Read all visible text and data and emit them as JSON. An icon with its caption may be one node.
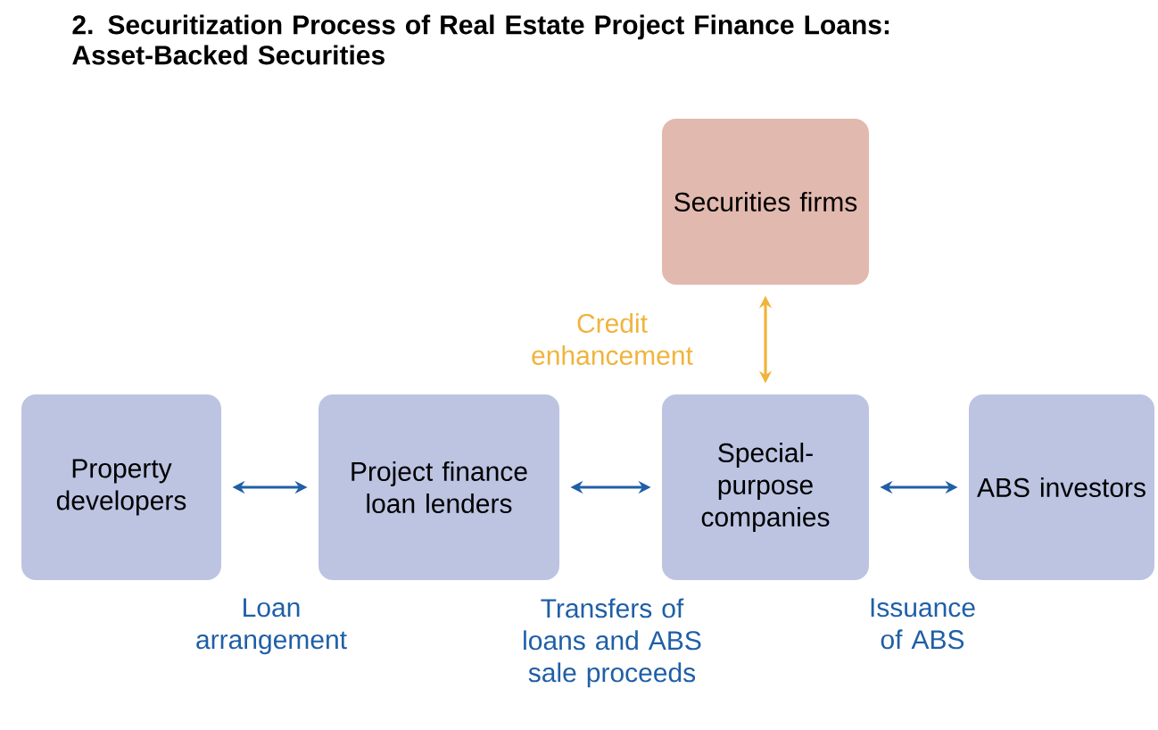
{
  "diagram": {
    "title": "2. Securitization Process of Real Estate Project Finance Loans: Asset-Backed Securities",
    "nodes": [
      {
        "text": [
          "Securities firms"
        ]
      },
      {
        "text": [
          "Property developers"
        ]
      },
      {
        "text": [
          "Project finance loan lenders"
        ]
      },
      {
        "text": [
          "Special-purpose companies"
        ]
      },
      {
        "text": [
          "ABS investors"
        ]
      }
    ],
    "edges": [
      {
        "from": 1,
        "to": 2,
        "arrow": "both",
        "label": "Loan arrangement"
      },
      {
        "from": 2,
        "to": 3,
        "arrow": "both",
        "label": "Transfers of loans and ABS sale proceeds"
      },
      {
        "from": 3,
        "to": 4,
        "arrow": "both",
        "label": "Issuance of ABS"
      },
      {
        "from": 0,
        "to": 3,
        "arrow": "both",
        "label": "Credit enhancement",
        "color": "#f0b43c"
      }
    ]
  }
}
